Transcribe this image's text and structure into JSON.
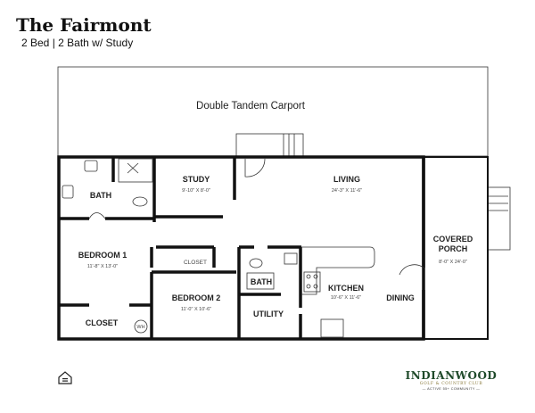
{
  "header": {
    "title": "The Fairmont",
    "subtitle": "2 Bed | 2 Bath w/ Study"
  },
  "rooms": {
    "carport": {
      "label": "Double Tandem Carport"
    },
    "bath1": {
      "label": "BATH"
    },
    "study": {
      "label": "STUDY",
      "dims": "9'-10\" X 8'-0\""
    },
    "living": {
      "label": "LIVING",
      "dims": "24'-3\" X 11'-6\""
    },
    "bedroom1": {
      "label": "BEDROOM 1",
      "dims": "11'-8\"  X 13'-0\""
    },
    "closet_small": {
      "label": "CLOSET"
    },
    "bedroom2": {
      "label": "BEDROOM 2",
      "dims": "11'-0\" X 10'-6\""
    },
    "bath2": {
      "label": "BATH"
    },
    "kitchen": {
      "label": "KITCHEN",
      "dims": "10'-6\" X 11'-6\""
    },
    "dining": {
      "label": "DINING"
    },
    "utility": {
      "label": "UTILITY"
    },
    "closet": {
      "label": "CLOSET"
    },
    "porch": {
      "label1": "COVERED",
      "label2": "PORCH",
      "dims": "8'-0\" X 24'-0\""
    },
    "wh": {
      "label": "WH"
    }
  },
  "footer": {
    "eho_icon": "equal-housing-opportunity-icon",
    "logo": {
      "name": "INDIANWOOD",
      "sub": "GOLF & COUNTRY CLUB",
      "tag": "— ACTIVE 55+ COMMUNITY —"
    }
  },
  "colors": {
    "wall": "#111111",
    "logo_green": "#1f4a2a",
    "logo_gold": "#8a7a3a"
  }
}
